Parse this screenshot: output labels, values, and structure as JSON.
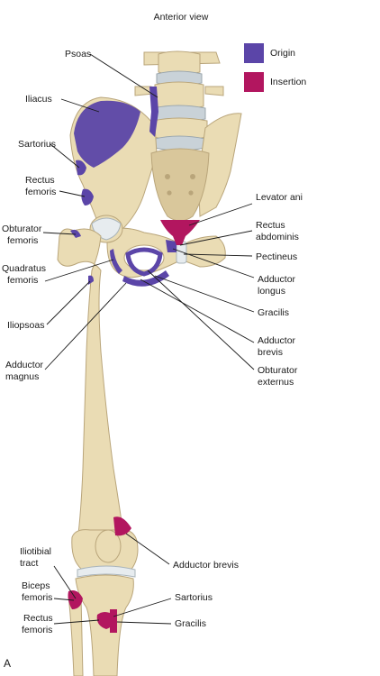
{
  "figure": {
    "title": "Anterior view",
    "panel_letter": "A"
  },
  "legend": {
    "origin": {
      "label": "Origin",
      "color": "#5b45a8"
    },
    "insertion": {
      "label": "Insertion",
      "color": "#b2165f"
    }
  },
  "labels": {
    "psoas": "Psoas",
    "iliacus": "Iliacus",
    "sartorius_top": [
      "Sartorius"
    ],
    "rectus_femoris_top": [
      "Rectus",
      "femoris"
    ],
    "obturator_femoris": [
      "Obturator",
      "femoris"
    ],
    "quadratus_femoris": [
      "Quadratus",
      "femoris"
    ],
    "iliopsoas": "Iliopsoas",
    "adductor_magnus": [
      "Adductor",
      "magnus"
    ],
    "levator_ani": "Levator ani",
    "rectus_abdominis": [
      "Rectus",
      "abdominis"
    ],
    "pectineus": "Pectineus",
    "adductor_longus": [
      "Adductor",
      "longus"
    ],
    "gracilis_top": "Gracilis",
    "adductor_brevis_top": [
      "Adductor",
      "brevis"
    ],
    "obturator_externus": [
      "Obturator",
      "externus"
    ],
    "adductor_brevis_bottom": "Adductor brevis",
    "iliotibial_tract": [
      "Iliotibial",
      "tract"
    ],
    "biceps_femoris": [
      "Biceps",
      "femoris"
    ],
    "sartorius_bottom": "Sartorius",
    "rectus_femoris_bottom": [
      "Rectus",
      "femoris"
    ],
    "gracilis_bottom": "Gracilis"
  }
}
